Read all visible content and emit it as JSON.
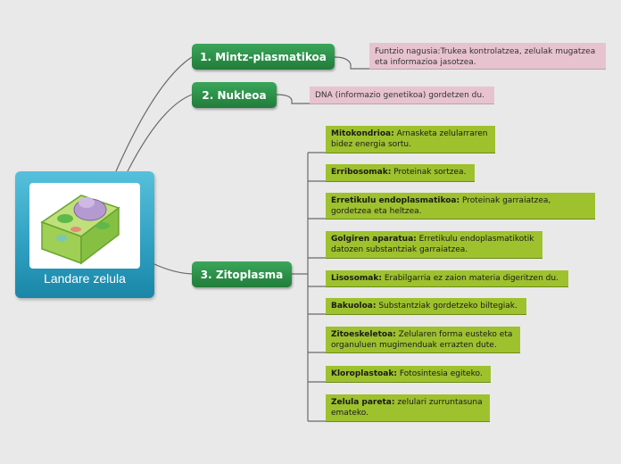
{
  "root": {
    "label": "Landare zelula"
  },
  "branches": [
    {
      "label": "1. Mintz-plasmatikoa"
    },
    {
      "label": "2. Nukleoa"
    },
    {
      "label": "3. Zitoplasma"
    }
  ],
  "notes": {
    "mintz": "Funtzio nagusia:Trukea kontrolatzea, zelulak mugatzea eta informazioa jasotzea.",
    "nukleoa": "DNA (informazio genetikoa) gordetzen du."
  },
  "organelles": [
    {
      "name": "Mitokondrioa:",
      "desc": "Arnasketa zelularraren bidez energia sortu."
    },
    {
      "name": "Erribosomak:",
      "desc": "Proteinak sortzea."
    },
    {
      "name": "Erretikulu endoplasmatikoa:",
      "desc": "Proteinak garraiatzea, gordetzea eta heltzea."
    },
    {
      "name": "Golgiren aparatua:",
      "desc": "Erretikulu endoplasmatikotik datozen substantziak garraiatzea."
    },
    {
      "name": "Lisosomak:",
      "desc": "Erabilgarria ez zaion materia digeritzen du."
    },
    {
      "name": "Bakuoloa:",
      "desc": "Substantziak gordetzeko biltegiak."
    },
    {
      "name": "Zitoeskeletoa:",
      "desc": "Zelularen forma eusteko eta organuluen mugimenduak errazten dute."
    },
    {
      "name": "Kloroplastoak:",
      "desc": "Fotosintesia egiteko."
    },
    {
      "name": "Zelula pareta:",
      "desc": "zelulari zurruntasuna emateko."
    }
  ],
  "colors": {
    "branch": "#2e8f48",
    "leaf": "#9ec12e",
    "note": "#e7c3cf",
    "root": "#2f9fc0"
  }
}
